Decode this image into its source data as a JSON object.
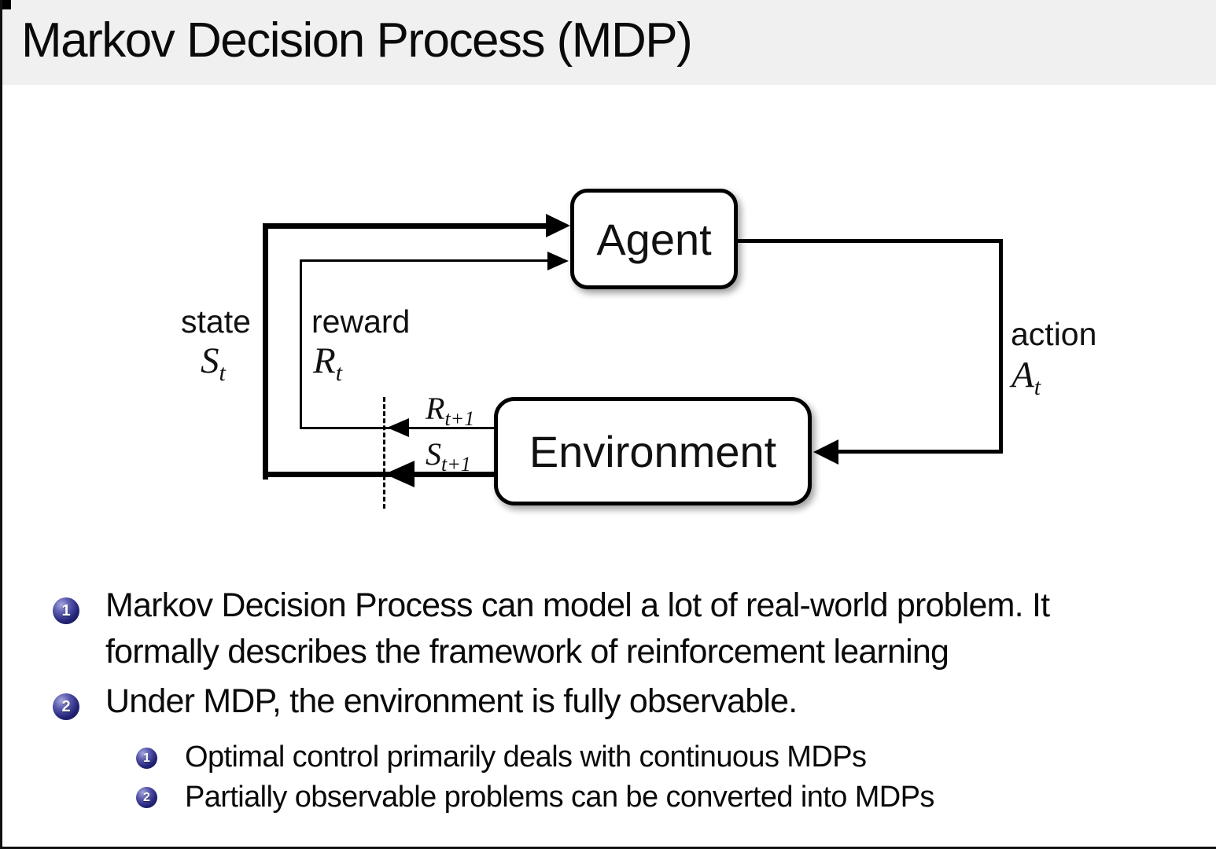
{
  "title_bar": {
    "title": "Markov Decision Process (MDP)"
  },
  "diagram": {
    "agent": "Agent",
    "environment": "Environment",
    "labels": {
      "state_word": "state",
      "state_sym": {
        "base": "S",
        "sub": "t"
      },
      "reward_word": "reward",
      "reward_sym": {
        "base": "R",
        "sub": "t"
      },
      "action_word": "action",
      "action_sym": {
        "base": "A",
        "sub": "t"
      },
      "next_reward_sym": {
        "base": "R",
        "sub": "t+1"
      },
      "next_state_sym": {
        "base": "S",
        "sub": "t+1"
      }
    }
  },
  "bullets": [
    {
      "number": "1",
      "lines": [
        "Markov Decision Process can model a lot of real-world problem. It",
        "formally describes the framework of reinforcement learning"
      ]
    },
    {
      "number": "2",
      "lines": [
        "Under MDP, the environment is fully observable."
      ],
      "sub": [
        {
          "number": "1",
          "text": "Optimal control primarily deals with continuous MDPs"
        },
        {
          "number": "2",
          "text": "Partially observable problems can be converted into MDPs"
        }
      ]
    }
  ],
  "colors": {
    "header_bg": "#f0f0f1",
    "slide_bg": "#ffffff",
    "ink": "#000000",
    "ball_dark": "#10103e",
    "ball_mid": "#232378",
    "ball_highlight": "#a8a8dc",
    "ball_number": "#ffffff"
  }
}
